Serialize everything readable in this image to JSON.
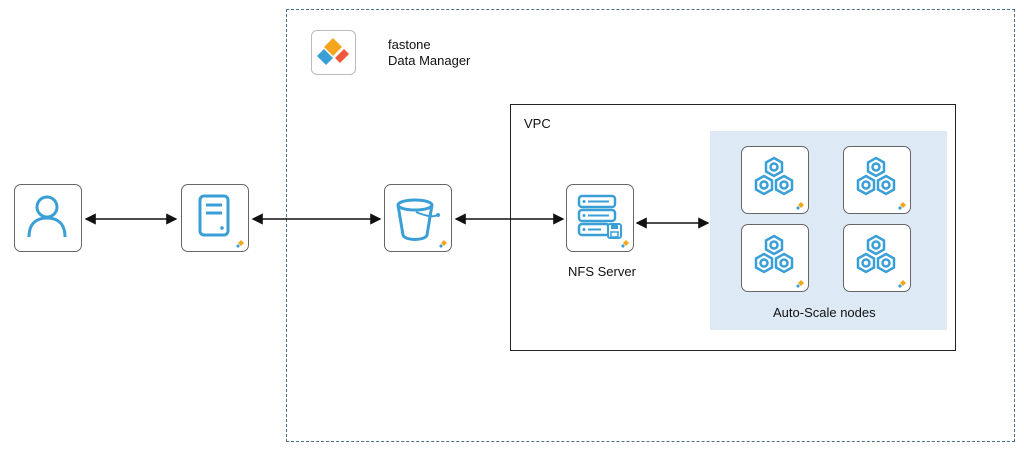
{
  "brand": {
    "line1": "fastone",
    "line2": "Data Manager"
  },
  "vpc": {
    "label": "VPC"
  },
  "nfs": {
    "label": "NFS Server"
  },
  "autoscale": {
    "label": "Auto-Scale nodes"
  },
  "colors": {
    "icon_blue": "#3a9fd6",
    "auto_bg": "#dde9f4",
    "dashed_border": "#4a6f8a"
  },
  "icons": [
    "user-icon",
    "server-icon",
    "bucket-icon",
    "nfs-server-icon",
    "node-cluster-icon",
    "fastone-logo-icon"
  ]
}
